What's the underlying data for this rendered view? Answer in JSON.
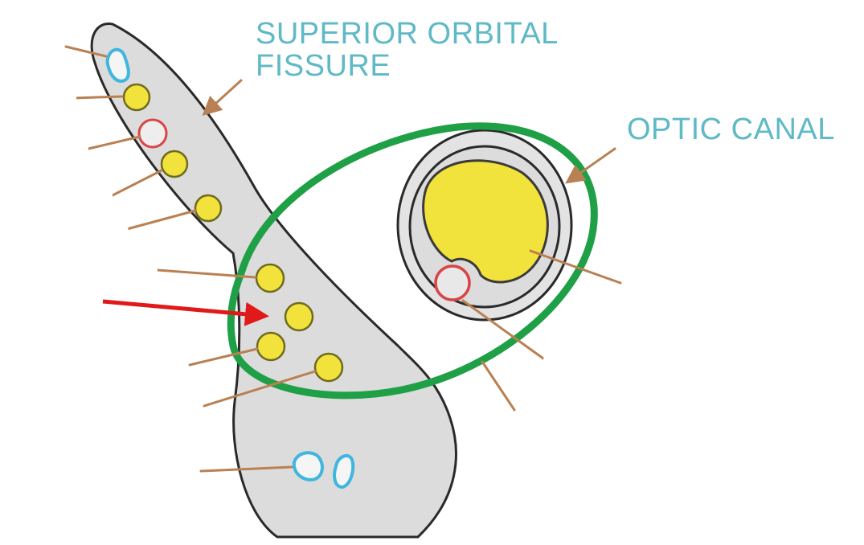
{
  "labels": {
    "superior_orbital_fissure_line1": "SUPERIOR ORBITAL",
    "superior_orbital_fissure_line2": "FISSURE",
    "optic_canal": "OPTIC CANAL"
  },
  "colors": {
    "background": "#ffffff",
    "fissure_fill": "#dcdcdc",
    "outline": "#2a2a2a",
    "label_text": "#5fb9c6",
    "nerve_fill": "#f2e23c",
    "nerve_stroke": "#6f6a20",
    "annulus_green": "#1fa046",
    "vessel_red": "#d94545",
    "vein_blue": "#3fb6de",
    "leader_brown": "#b98153",
    "pointer_red": "#e01a1a",
    "mask_white": "#ffffff"
  },
  "icons": {
    "pointer": "red-arrow-icon",
    "leader": "brown-arrow-icon"
  }
}
